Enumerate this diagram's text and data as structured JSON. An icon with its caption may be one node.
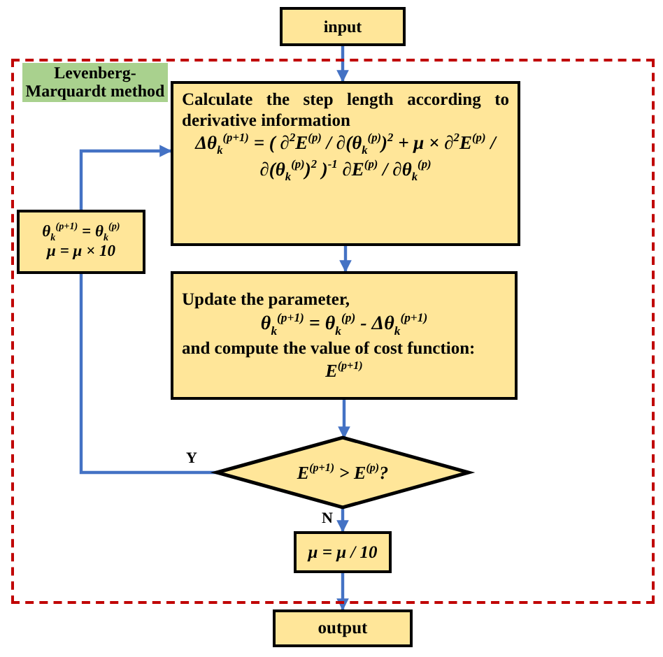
{
  "diagram": {
    "nodes": [
      {
        "text": [
          "Levenberg-Marquardt method"
        ]
      },
      {
        "text": [
          "input"
        ]
      },
      {
        "text": [
          "Calculate the step length according to derivative information",
          "Δθ$_{k}$$^{(p+1)}$ = ( ∂$^{2}$E$^{(p)}$ / ∂(θ$_{k}$$^{(p)}$)$^{2}$ + μ × ∂$^{2}$E$^{(p)}$ / ∂(θ$_{k}$$^{(p)}$)$^{2}$ )$^{-1}$ ∂E$^{(p)}$ / ∂θ$_{k}$$^{(p)}$"
        ],
        "in": 0
      },
      {
        "text": [
          "Update the parameter,",
          "θ$_{k}$$^{(p+1)}$ = θ$_{k}$$^{(p)}$ - Δθ$_{k}$$^{(p+1)}$",
          "and compute the value of cost function:",
          "E$^{(p+1)}$"
        ],
        "in": 0
      },
      {
        "text": [
          "θ$_{k}$$^{(p+1)}$ = θ$_{k}$$^{(p)}$",
          "μ = μ × 10"
        ],
        "in": 0
      },
      {
        "text": [
          "E$^{(p+1)}$ > E$^{(p)}$?"
        ],
        "in": 0
      },
      {
        "text": [
          "μ = μ / 10"
        ],
        "in": 0
      },
      {
        "text": [
          "output"
        ]
      }
    ],
    "edges": [
      {
        "from": 1,
        "to": 2,
        "arrow": "to"
      },
      {
        "from": 2,
        "to": 3,
        "arrow": "to"
      },
      {
        "from": 3,
        "to": 5,
        "arrow": "to"
      },
      {
        "from": 5,
        "to": 4,
        "arrow": "none",
        "label": "Y"
      },
      {
        "from": 4,
        "to": 2,
        "arrow": "to"
      },
      {
        "from": 5,
        "to": 6,
        "arrow": "to",
        "label": "N"
      },
      {
        "from": 6,
        "to": 7,
        "arrow": "to"
      }
    ]
  }
}
